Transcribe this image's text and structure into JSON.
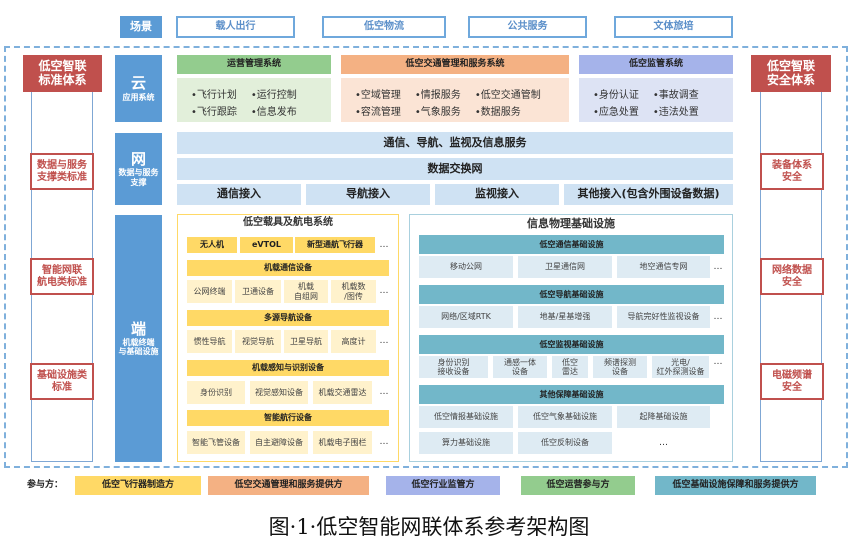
{
  "scenes": {
    "label": "场景",
    "items": [
      "载人出行",
      "低空物流",
      "公共服务",
      "文体旅培"
    ]
  },
  "left": {
    "title": "低空智联\n标准体系",
    "standards": [
      "数据与服务\n支撑类标准",
      "智能网联\n航电类标准",
      "基础设施类\n标准"
    ]
  },
  "right": {
    "title": "低空智联\n安全体系",
    "items": [
      "装备体系\n安全",
      "网络数据\n安全",
      "电磁频谱\n安全"
    ]
  },
  "layers": {
    "cloud": {
      "name": "云",
      "sub": "应用系统"
    },
    "net": {
      "name": "网",
      "sub": "数据与服务\n支撑"
    },
    "end": {
      "name": "端",
      "sub": "机载终端\n与基础设施"
    }
  },
  "cloud_systems": [
    {
      "title": "运营管理系统",
      "items": [
        "•飞行计划",
        "•运行控制",
        "•飞行跟踪",
        "•信息发布"
      ]
    },
    {
      "title": "低空交通管理和服务系统",
      "items": [
        "•空域管理",
        "•情报服务",
        "•低空交通管制",
        "•容流管理",
        "•气象服务",
        "•数据服务"
      ]
    },
    {
      "title": "低空监管系统",
      "items": [
        "•身份认证",
        "•事故调查",
        "•应急处置",
        "•违法处置"
      ]
    }
  ],
  "net": {
    "row1": "通信、导航、监视及信息服务",
    "row2": "数据交换网",
    "access": [
      "通信接入",
      "导航接入",
      "监视接入",
      "其他接入(包含外围设备数据)"
    ]
  },
  "vehicles": {
    "title": "低空载具及航电系统",
    "types": [
      "无人机",
      "eVTOL",
      "新型通航飞行器"
    ],
    "groups": [
      {
        "title": "机载通信设备",
        "items": [
          "公网终端",
          "卫通设备",
          "机载\n自组网",
          "机载数\n/图传"
        ]
      },
      {
        "title": "多源导航设备",
        "items": [
          "惯性导航",
          "视觉导航",
          "卫星导航",
          "高度计"
        ]
      },
      {
        "title": "机载感知与识别设备",
        "items": [
          "身份识别",
          "视觉感知设备",
          "机载交通雷达"
        ]
      },
      {
        "title": "智能航行设备",
        "items": [
          "智能飞管设备",
          "自主避障设备",
          "机载电子围栏"
        ]
      }
    ]
  },
  "infra": {
    "title": "信息物理基础设施",
    "groups": [
      {
        "title": "低空通信基础设施",
        "items": [
          "移动公网",
          "卫星通信网",
          "地空通信专网"
        ]
      },
      {
        "title": "低空导航基础设施",
        "items": [
          "网络/区域RTK",
          "地基/星基增强",
          "导航完好性监视设备"
        ]
      },
      {
        "title": "低空监视基础设施",
        "items": [
          "身份识别\n接收设备",
          "通感一体\n设备",
          "低空\n雷达",
          "频谱探测\n设备",
          "光电/\n红外探测设备"
        ]
      },
      {
        "title": "其他保障基础设施",
        "items": [
          "低空情报基础设施",
          "低空气象基础设施",
          "起降基础设施",
          "算力基础设施",
          "低空反制设备"
        ]
      }
    ]
  },
  "ellipsis": "…",
  "participants": {
    "label": "参与方：",
    "items": [
      "低空飞行器制造方",
      "低空交通管理和服务提供方",
      "低空行业监管方",
      "低空运营参与方",
      "低空基础设施保障和服务提供方"
    ],
    "colors": [
      "#ffd966",
      "#f4b183",
      "#a5b3ea",
      "#93cc8e",
      "#72b7c9"
    ]
  },
  "caption": "图·1·低空智能网联体系参考架构图"
}
